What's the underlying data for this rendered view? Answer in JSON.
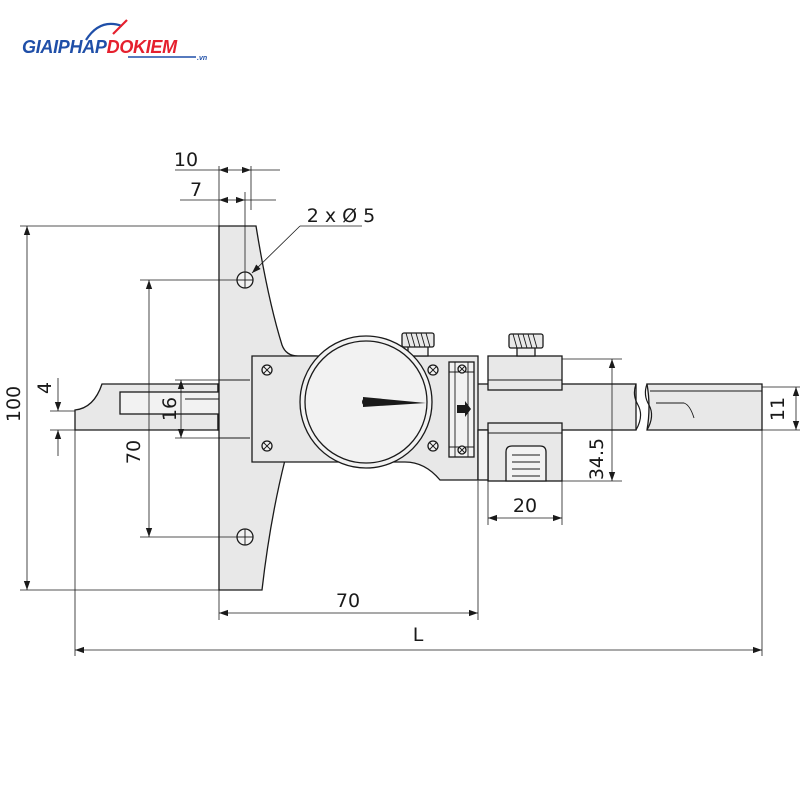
{
  "logo": {
    "part1": "GIAIPHAP",
    "part2": "DOKIEM",
    "suffix": ".vn",
    "color_primary": "#1f4fa8",
    "color_accent": "#e5202e"
  },
  "dimensions": {
    "offset_10": "10",
    "offset_7": "7",
    "holes": "2 x Ø 5",
    "height_100": "100",
    "height_4": "4",
    "height_16": "16",
    "height_70": "70",
    "height_34_5": "34.5",
    "height_11": "11",
    "width_20": "20",
    "width_70": "70",
    "length_L": "L"
  },
  "colors": {
    "line": "#1a1a1a",
    "fill": "#e8e8e8",
    "background": "#ffffff"
  }
}
